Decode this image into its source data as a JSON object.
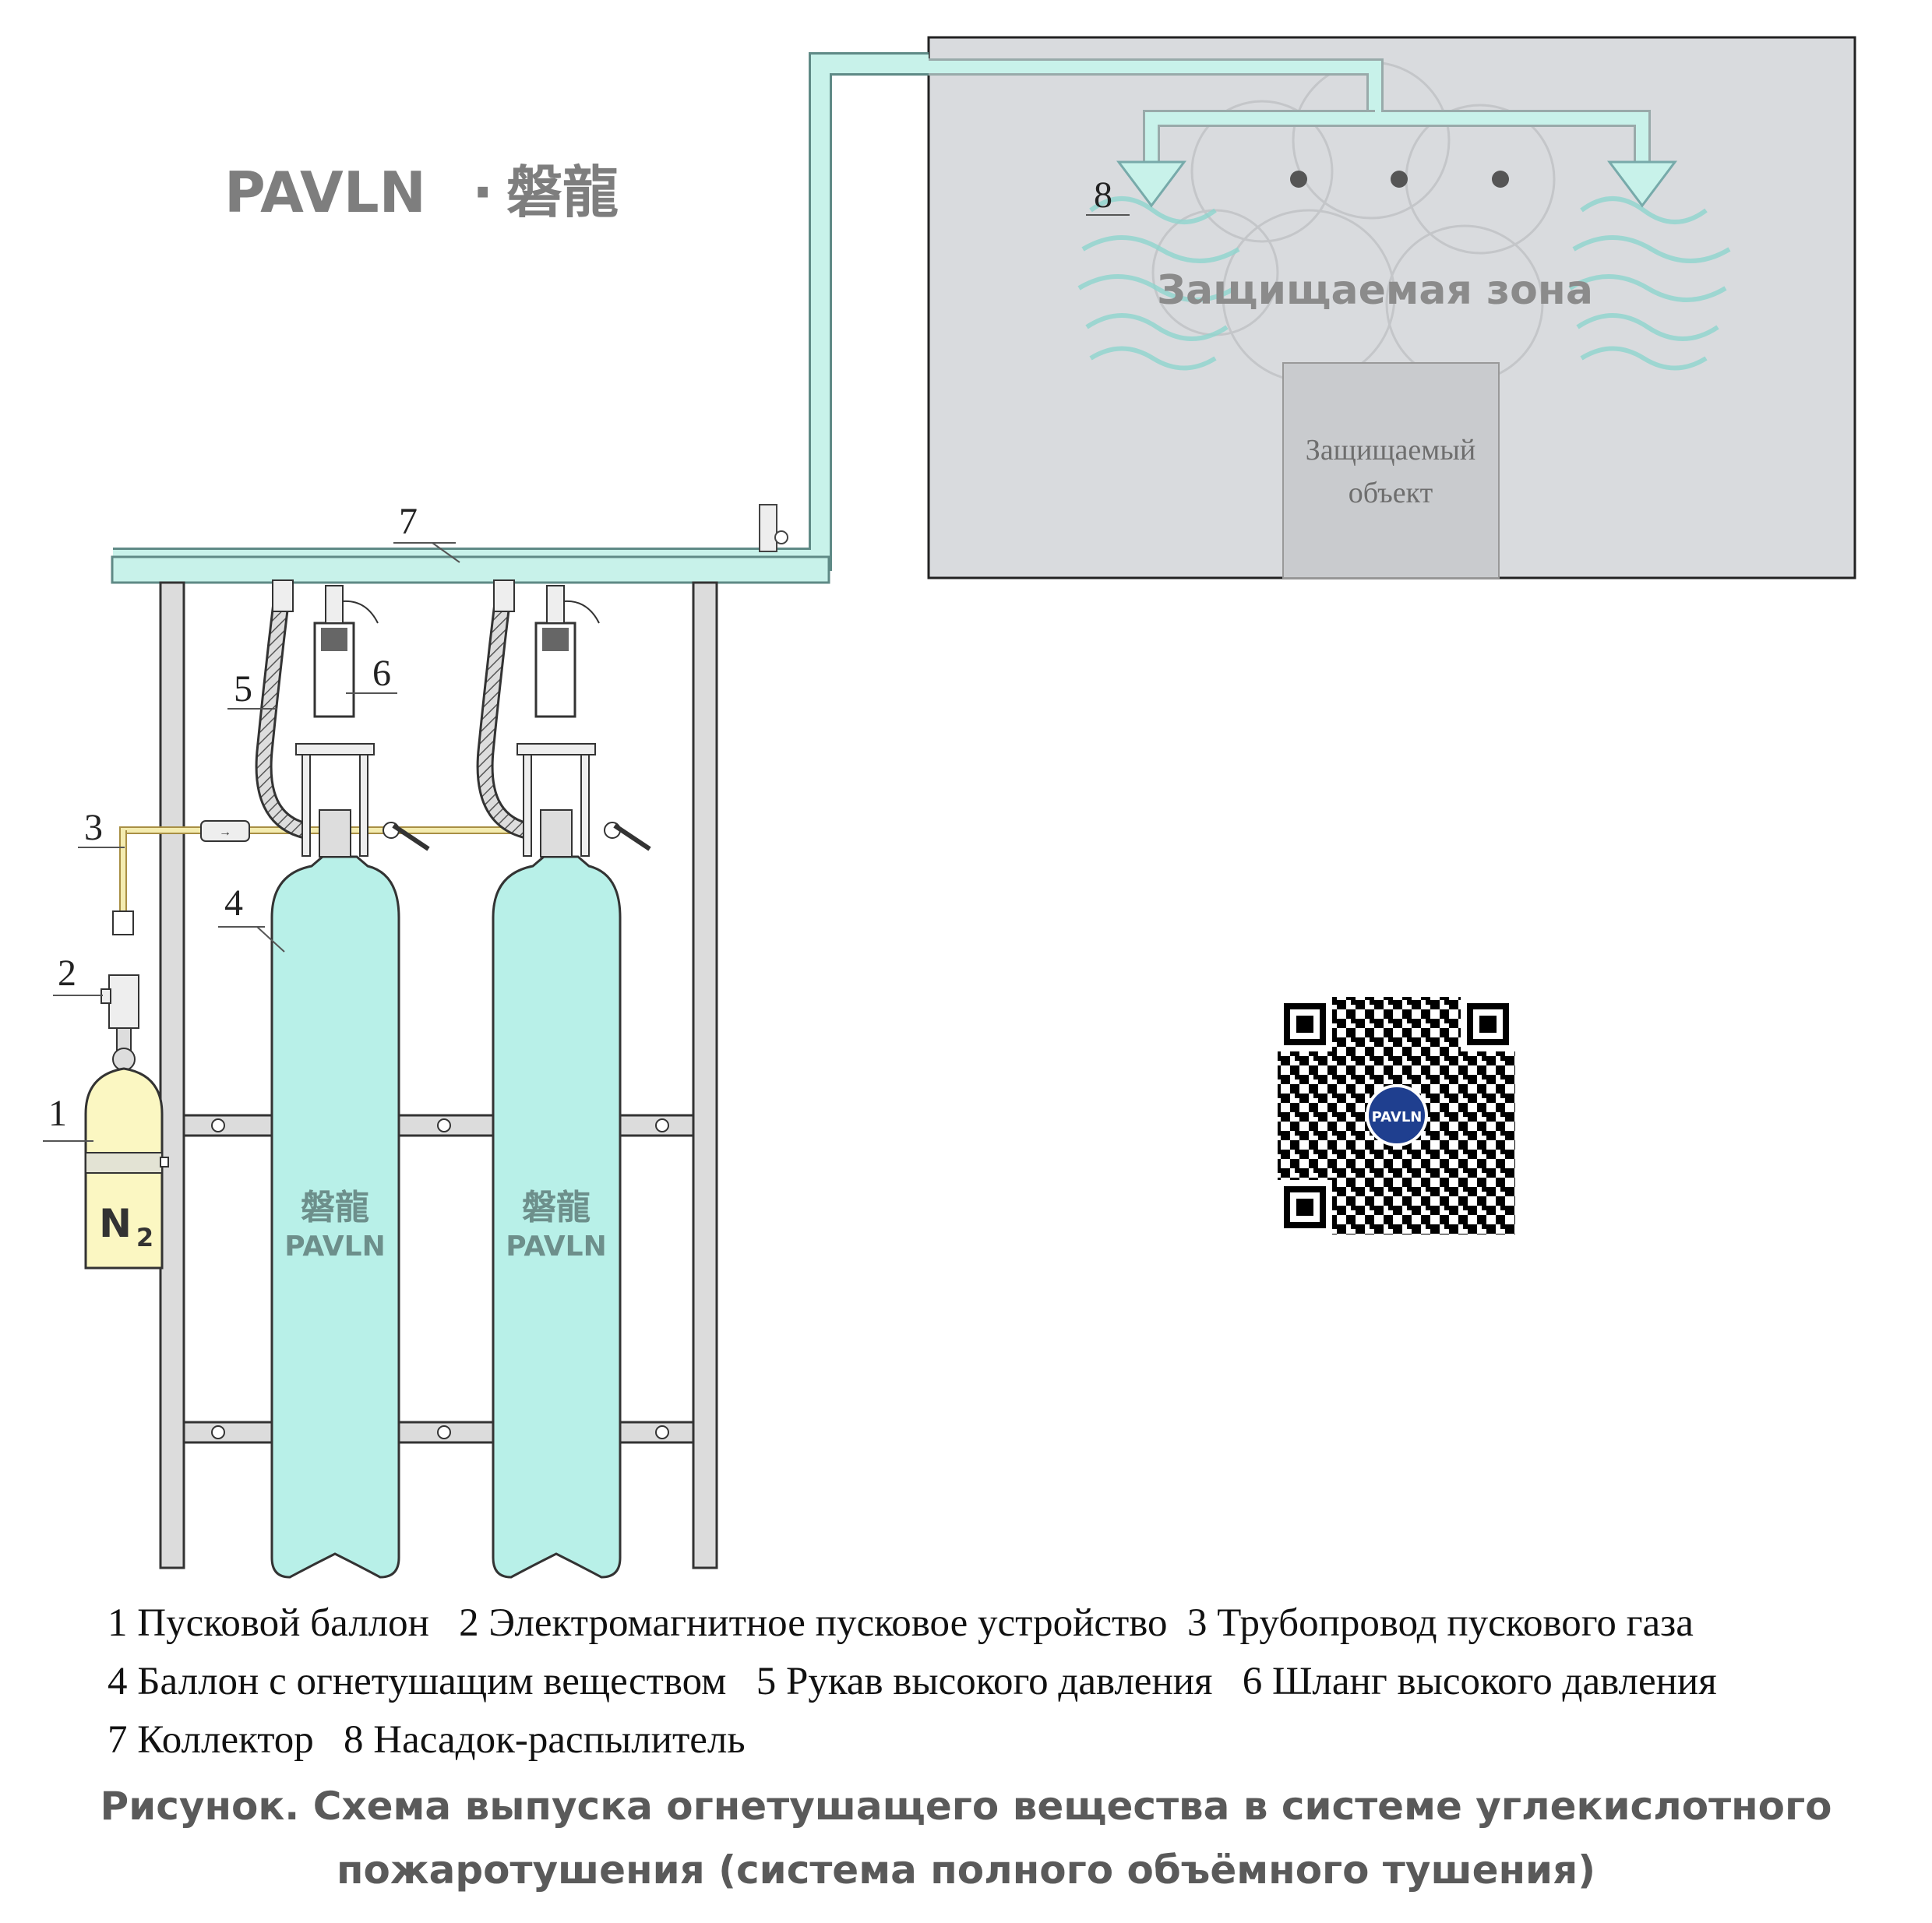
{
  "brand": {
    "latin": "PAVLN",
    "separator": "·",
    "hanzi": "磐龍"
  },
  "cylinder_brand": {
    "hanzi": "磐龍",
    "latin": "PAVLN"
  },
  "qr_logo": "PAVLN",
  "start_cylinder_label": {
    "base": "N",
    "sub": "2"
  },
  "protected_zone": {
    "zone_label": "Защищаемая зона",
    "object_line1": "Защищаемый",
    "object_line2": "объект"
  },
  "callouts": {
    "n1": "1",
    "n2": "2",
    "n3": "3",
    "n4": "4",
    "n5": "5",
    "n6": "6",
    "n7": "7",
    "n8": "8"
  },
  "legend": {
    "line1": "1 Пусковой баллон   2 Электромагнитное пусковое устройство  3 Трубопровод пускового газа",
    "line2": "4 Баллон с огнетушащим веществом   5 Рукав высокого давления   6 Шланг высокого давления",
    "line3": "7 Коллектор   8 Насадок-распылитель"
  },
  "caption": {
    "line1": "Рисунок. Схема выпуска огнетушащего вещества в системе углекислотного",
    "line2": "пожаротушения (система полного объёмного тушения)"
  },
  "colors": {
    "pipe_fill": "#c8f2ea",
    "cylinder_fill": "#b8f0e8",
    "n2_fill": "#fbf7c2",
    "zone_fill": "#d9dbde",
    "object_fill": "#c9cbce",
    "brand_gray": "#7e7e7e",
    "caption_gray": "#5a5a5a"
  }
}
